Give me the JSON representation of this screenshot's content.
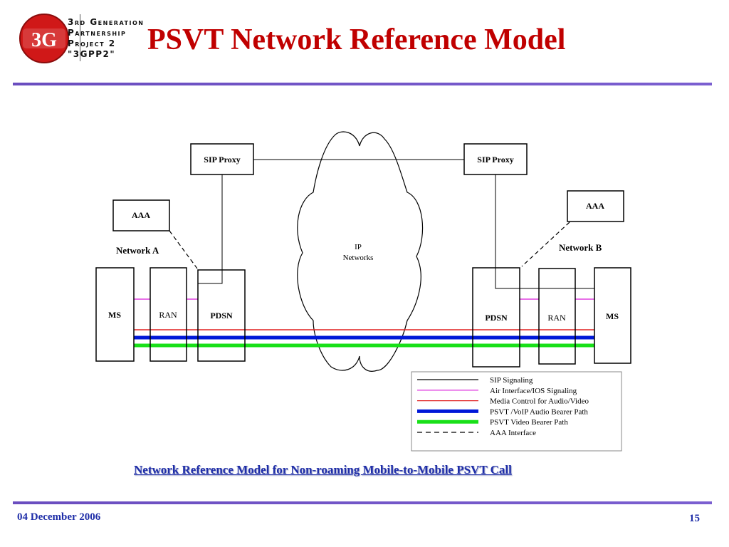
{
  "logo": {
    "badge": "3G",
    "lines": [
      "3rd Generation",
      "Partnership",
      "Project 2",
      "\"3GPP2\""
    ]
  },
  "title": "PSVT Network Reference Model",
  "diagram": {
    "sip_proxy_left": "SIP Proxy",
    "sip_proxy_right": "SIP Proxy",
    "aaa_left": "AAA",
    "aaa_right": "AAA",
    "network_a": "Network A",
    "network_b": "Network B",
    "ms_left": "MS",
    "ran_left": "RAN",
    "pdsn_left": "PDSN",
    "pdsn_right": "PDSN",
    "ran_right": "RAN",
    "ms_right": "MS",
    "cloud_line1": "IP",
    "cloud_line2": "Networks",
    "legend": [
      {
        "label": "SIP Signaling",
        "color": "#000000",
        "style": "thin-solid"
      },
      {
        "label": "Air Interface/IOS Signaling",
        "color": "#e040e0",
        "style": "thin-solid"
      },
      {
        "label": "Media Control for Audio/Video",
        "color": "#e02020",
        "style": "thin-solid"
      },
      {
        "label": "PSVT /VoIP Audio Bearer Path",
        "color": "#0018d8",
        "style": "thick-solid"
      },
      {
        "label": "PSVT Video Bearer Path",
        "color": "#18e018",
        "style": "thick-solid"
      },
      {
        "label": "AAA Interface",
        "color": "#000000",
        "style": "dashed"
      }
    ]
  },
  "caption": "Network Reference Model for Non-roaming Mobile-to-Mobile PSVT Call",
  "footer": {
    "date": "04 December 2006",
    "page": "15"
  },
  "colors": {
    "title": "#c00000",
    "accent_rule": "#6a4dbf",
    "caption": "#1f2ea8",
    "logo_red": "#d01818"
  }
}
